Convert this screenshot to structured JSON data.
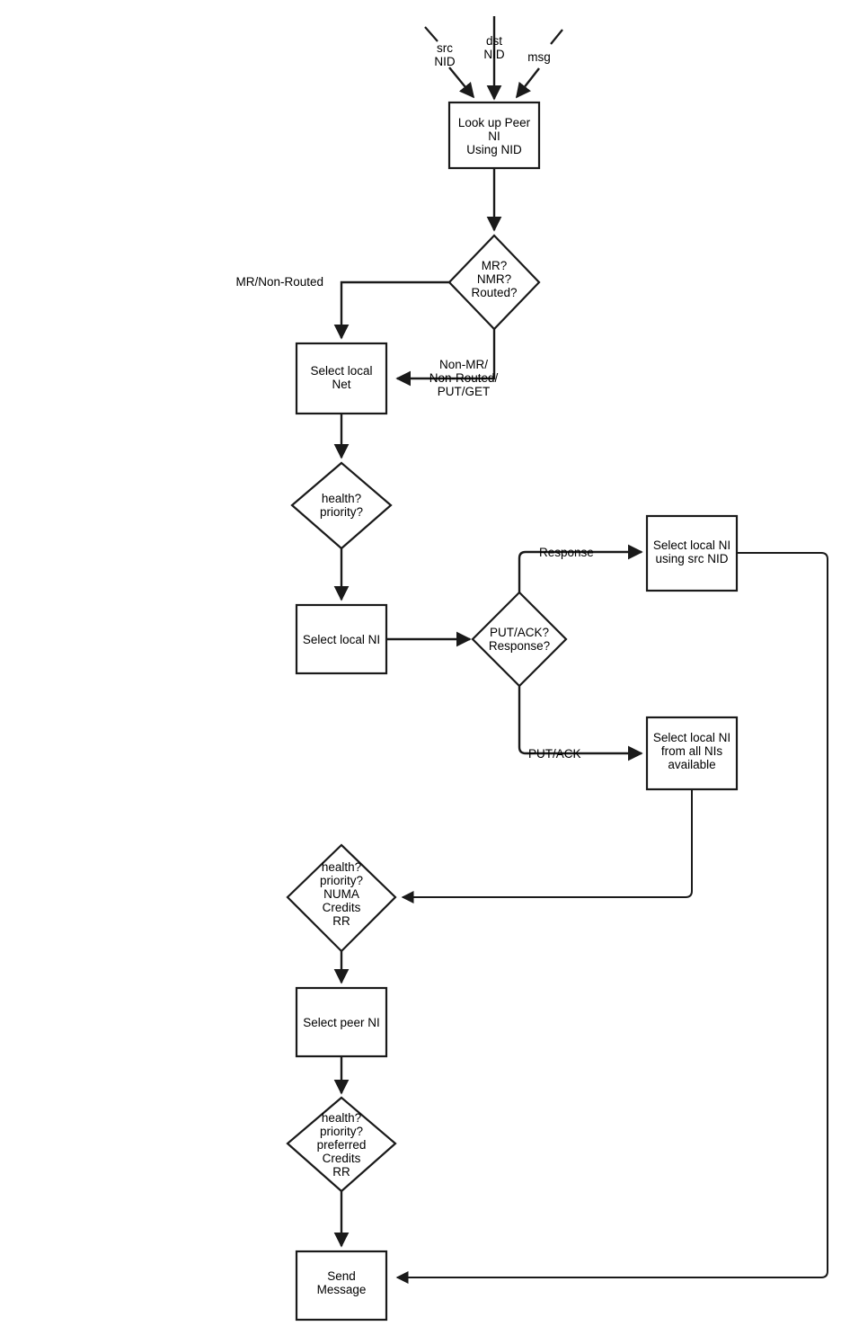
{
  "diagram": {
    "type": "flowchart",
    "title": "LNet message send NI selection flow",
    "background": "#ffffff",
    "stroke_color": "#1a1a1a",
    "fill_color": "#ffffff",
    "inputs": [
      {
        "id": "in-src",
        "label_line1": "src",
        "label_line2": "NID"
      },
      {
        "id": "in-dst",
        "label_line1": "dst",
        "label_line2": "NID"
      },
      {
        "id": "in-msg",
        "label_line1": "msg",
        "label_line2": ""
      }
    ],
    "nodes": [
      {
        "id": "lookup-peer-ni",
        "shape": "rect",
        "lines": [
          "Look up Peer",
          "NI",
          "Using NID"
        ]
      },
      {
        "id": "mr-nmr-routed",
        "shape": "diamond",
        "lines": [
          "MR?",
          "NMR?",
          "Routed?"
        ]
      },
      {
        "id": "select-local-net",
        "shape": "rect",
        "lines": [
          "Select local",
          "Net"
        ]
      },
      {
        "id": "health-priority",
        "shape": "diamond",
        "lines": [
          "health?",
          "priority?"
        ]
      },
      {
        "id": "select-local-ni",
        "shape": "rect",
        "lines": [
          "Select local NI"
        ]
      },
      {
        "id": "put-ack-response",
        "shape": "diamond",
        "lines": [
          "PUT/ACK?",
          "Response?"
        ]
      },
      {
        "id": "select-local-ni-src-nid",
        "shape": "rect",
        "lines": [
          "Select local NI",
          "using src NID"
        ]
      },
      {
        "id": "select-local-ni-all",
        "shape": "rect",
        "lines": [
          "Select local NI",
          "from all NIs",
          "available"
        ]
      },
      {
        "id": "health-priority-numa",
        "shape": "diamond",
        "lines": [
          "health?",
          "priority?",
          "NUMA",
          "Credits",
          "RR"
        ]
      },
      {
        "id": "select-peer-ni",
        "shape": "rect",
        "lines": [
          "Select  peer NI"
        ]
      },
      {
        "id": "health-priority-preferred",
        "shape": "diamond",
        "lines": [
          "health?",
          "priority?",
          "preferred",
          "Credits",
          "RR"
        ]
      },
      {
        "id": "send-message",
        "shape": "rect",
        "lines": [
          "Send",
          "Message"
        ]
      }
    ],
    "edge_labels": [
      {
        "id": "label-mr-non-routed",
        "text": "MR/Non-Routed"
      },
      {
        "id": "label-non-mr",
        "lines": [
          "Non-MR/",
          "Non-Routed/",
          "PUT/GET"
        ]
      },
      {
        "id": "label-response",
        "text": "Response"
      },
      {
        "id": "label-put-ack",
        "text": "PUT/ACK"
      }
    ]
  }
}
